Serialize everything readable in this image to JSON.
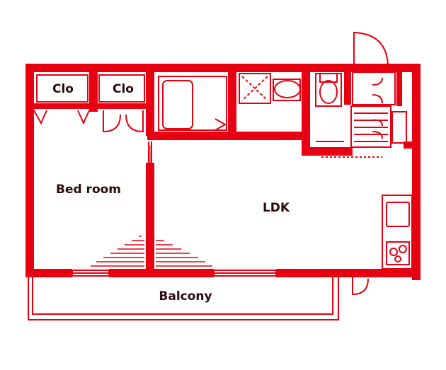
{
  "plan": {
    "rooms": {
      "clo_left": "Clo",
      "clo_right": "Clo",
      "bedroom": "Bed room",
      "ldk": "LDK",
      "balcony": "Balcony"
    }
  },
  "colors": {
    "wall": "#e60012",
    "background": "#ffffff",
    "label": "#2a0a0a"
  }
}
